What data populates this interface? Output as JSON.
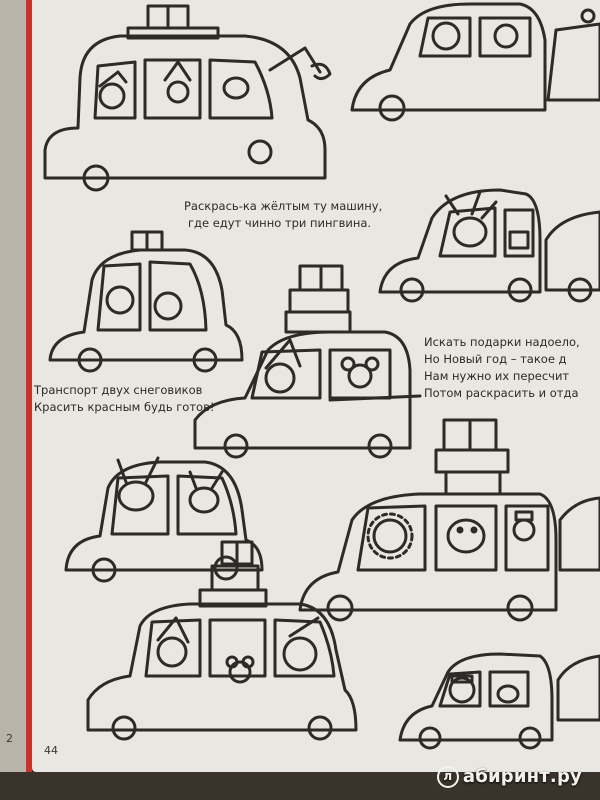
{
  "poems": {
    "yellow_car": {
      "line1": "Раскрась-ка жёлтым ту машину,",
      "line2": "где едут чинно три пингвина."
    },
    "red_car": {
      "line1": "Транспорт двух снеговиков",
      "line2": "Красить красным будь готов!"
    },
    "gifts": {
      "line1": "Искать подарки надоело,",
      "line2": "Но Новый год – такое д",
      "line3": "Нам нужно их пересчит",
      "line4": "Потом раскрасить и отда"
    }
  },
  "page": {
    "number": "44",
    "left_page_number": "2"
  },
  "watermark": {
    "logo_letter": "л",
    "text": "абиринт.ру"
  },
  "colors": {
    "paper": "#e9e7e1",
    "ink": "#2d2a28",
    "edge_red": "#c8322a"
  }
}
